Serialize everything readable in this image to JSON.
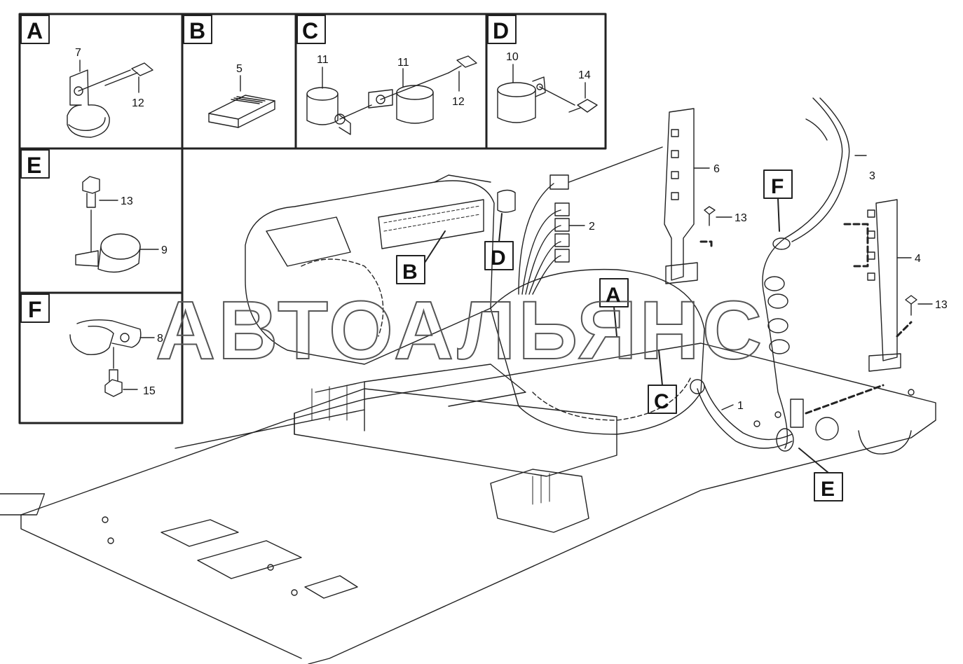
{
  "watermark": "АВТОАЛЬЯНС",
  "detail_panels": [
    {
      "id": "A",
      "parts": [
        "7",
        "12"
      ]
    },
    {
      "id": "B",
      "parts": [
        "5"
      ]
    },
    {
      "id": "C",
      "parts": [
        "11",
        "11",
        "12"
      ]
    },
    {
      "id": "D",
      "parts": [
        "10",
        "14"
      ]
    },
    {
      "id": "E",
      "parts": [
        "13",
        "9"
      ]
    },
    {
      "id": "F",
      "parts": [
        "8",
        "15"
      ]
    }
  ],
  "callouts": {
    "main_1": "1",
    "main_2": "2",
    "main_3": "3",
    "main_4": "4",
    "main_6": "6",
    "main_13a": "13",
    "main_13b": "13"
  },
  "location_tags": [
    "A",
    "B",
    "C",
    "D",
    "E",
    "F"
  ]
}
